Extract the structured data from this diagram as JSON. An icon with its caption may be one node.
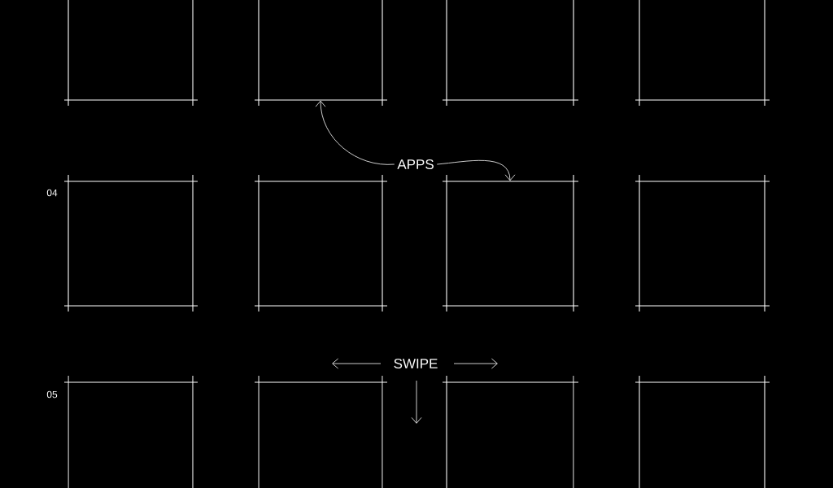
{
  "diagram": {
    "nodes": [
      {
        "text": [],
        "shape": "box"
      },
      {
        "text": [],
        "shape": "box"
      },
      {
        "text": [],
        "shape": "box"
      },
      {
        "text": [],
        "shape": "box"
      },
      {
        "text": [],
        "shape": "box"
      },
      {
        "text": [],
        "shape": "box"
      },
      {
        "text": [],
        "shape": "box"
      },
      {
        "text": [],
        "shape": "box"
      },
      {
        "text": [],
        "shape": "box"
      },
      {
        "text": [],
        "shape": "box"
      },
      {
        "text": [],
        "shape": "box"
      },
      {
        "text": [],
        "shape": "box"
      },
      {
        "text": [
          "APPS"
        ]
      }
    ],
    "edges": [
      {
        "from": 12,
        "to": 1,
        "arrow": "to"
      },
      {
        "from": 12,
        "to": 6,
        "arrow": "to"
      }
    ],
    "labels": [
      "04",
      "SWIPE",
      "05"
    ]
  }
}
